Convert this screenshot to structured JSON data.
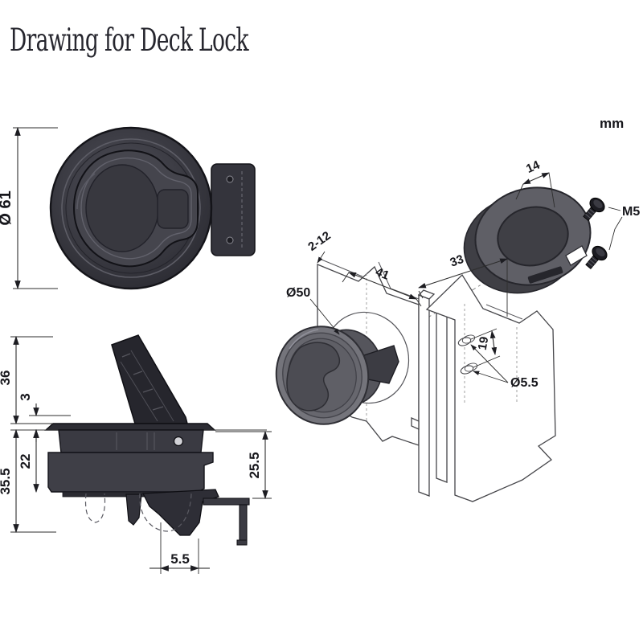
{
  "title": "Drawing for Deck Lock",
  "units": {
    "label": "mm"
  },
  "front_view": {
    "diameter": "Ø 61"
  },
  "side_view": {
    "handle_height": "36",
    "flange_height": "3",
    "body_height": "22",
    "overall_height": "35.5",
    "below_surface": "25.5",
    "cam_width": "5.5"
  },
  "exploded_view": {
    "panel_thickness": "2-12",
    "cutout_diameter": "Ø50",
    "front_clearance": "41",
    "back_clearance": "33",
    "ring_width": "14",
    "hole_spacing": "19",
    "hole_diameter": "Ø5.5",
    "screw_spec": "M5"
  }
}
